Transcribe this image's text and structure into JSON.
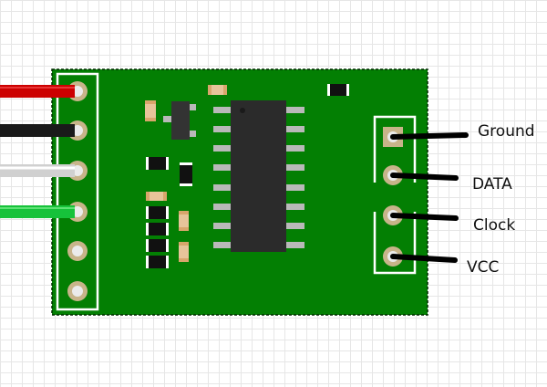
{
  "colors": {
    "board": "#037f03",
    "board_outline": "#002a00",
    "silk": "#ffffff",
    "chip": "#2b2b2b",
    "chip_pin": "#b9b9b9",
    "capacitor": "#d8a66c",
    "resistor": "#111111",
    "pad_ring": "#c8b48a",
    "pad_hole": "#ebebeb",
    "lead": "#000000",
    "wire_red": "#cc0000",
    "wire_black": "#1a1a1a",
    "wire_white": "#d0d0d0",
    "wire_green": "#16c23a"
  },
  "wires": [
    {
      "name": "wire-red",
      "color": "red"
    },
    {
      "name": "wire-black",
      "color": "black"
    },
    {
      "name": "wire-white",
      "color": "white"
    },
    {
      "name": "wire-green",
      "color": "green"
    }
  ],
  "pin_labels": {
    "ground": "Ground",
    "data": "DATA",
    "clock": "Clock",
    "vcc": "VCC"
  }
}
